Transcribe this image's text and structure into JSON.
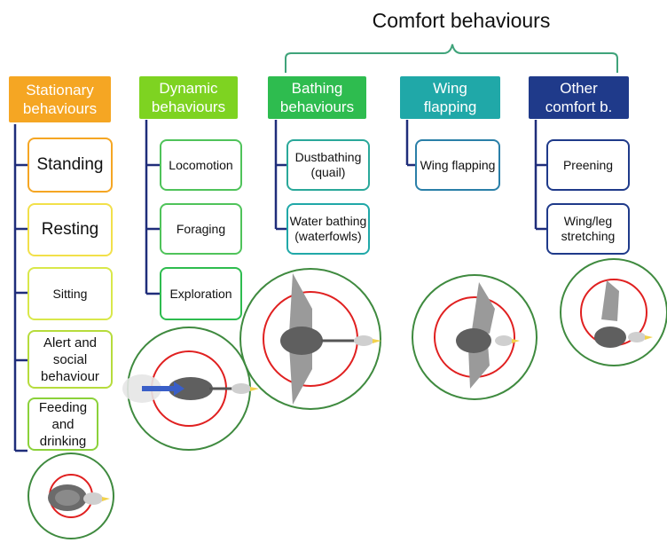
{
  "title": "Comfort behaviours",
  "colors": {
    "stationary": "#f5a623",
    "dynamic": "#7ed321",
    "bathing": "#2ebc4f",
    "wing": "#20a8a8",
    "other": "#1f3a8a",
    "tree_line": "#1f2d7a",
    "bracket": "#3fa37a",
    "ring_outer": "#3f8a3f",
    "ring_inner": "#e02020",
    "arrow": "#3a5fc8"
  },
  "categories": {
    "stationary": {
      "label": "Stationary\nbehaviours",
      "items": [
        "Standing",
        "Resting",
        "Sitting",
        "Alert and\nsocial\nbehaviour",
        "Feeding\nand\ndrinking"
      ],
      "item_colors": [
        "#f5a623",
        "#f2e04a",
        "#d9e84a",
        "#b6dc3c",
        "#8bd13a"
      ]
    },
    "dynamic": {
      "label": "Dynamic\nbehaviours",
      "items": [
        "Locomotion",
        "Foraging",
        "Exploration"
      ],
      "item_colors": [
        "#4fc35a",
        "#4fc35a",
        "#2ebc4f"
      ]
    },
    "bathing": {
      "label": "Bathing\nbehaviours",
      "items": [
        "Dustbathing\n(quail)",
        "Water bathing\n(waterfowls)"
      ],
      "item_colors": [
        "#2aa89a",
        "#20a8a8"
      ]
    },
    "wing": {
      "label": "Wing\nflapping",
      "items": [
        "Wing flapping"
      ],
      "item_colors": [
        "#2a7fa8"
      ]
    },
    "other": {
      "label": "Other\ncomfort b.",
      "items": [
        "Preening",
        "Wing/leg\nstretching"
      ],
      "item_colors": [
        "#1f3a8a",
        "#1f3a8a"
      ]
    }
  }
}
